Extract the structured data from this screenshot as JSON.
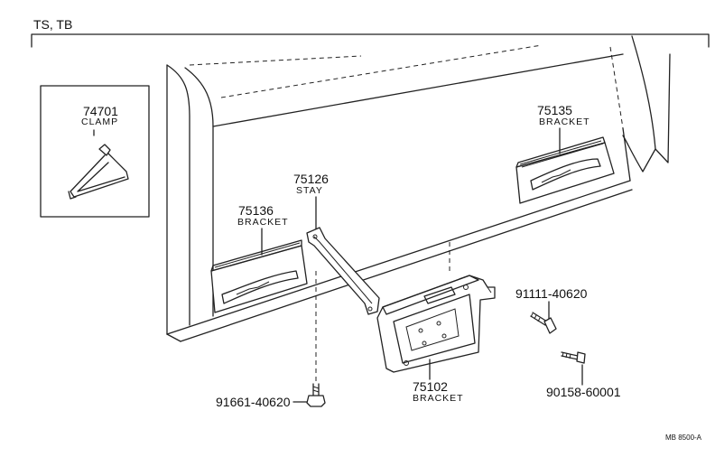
{
  "header": {
    "models": "TS, TB"
  },
  "parts": {
    "clamp": {
      "number": "74701",
      "name": "CLAMP"
    },
    "bracket_right": {
      "number": "75135",
      "name": "BRACKET"
    },
    "stay": {
      "number": "75126",
      "name": "STAY"
    },
    "bracket_left": {
      "number": "75136",
      "name": "BRACKET"
    },
    "bolt_a": {
      "number": "91111-40620"
    },
    "bolt_b": {
      "number": "90158-60001"
    },
    "bracket_center": {
      "number": "75102",
      "name": "BRACKET"
    },
    "screw": {
      "number": "91661-40620"
    }
  },
  "footer": {
    "reference": "MB  8500-A"
  }
}
